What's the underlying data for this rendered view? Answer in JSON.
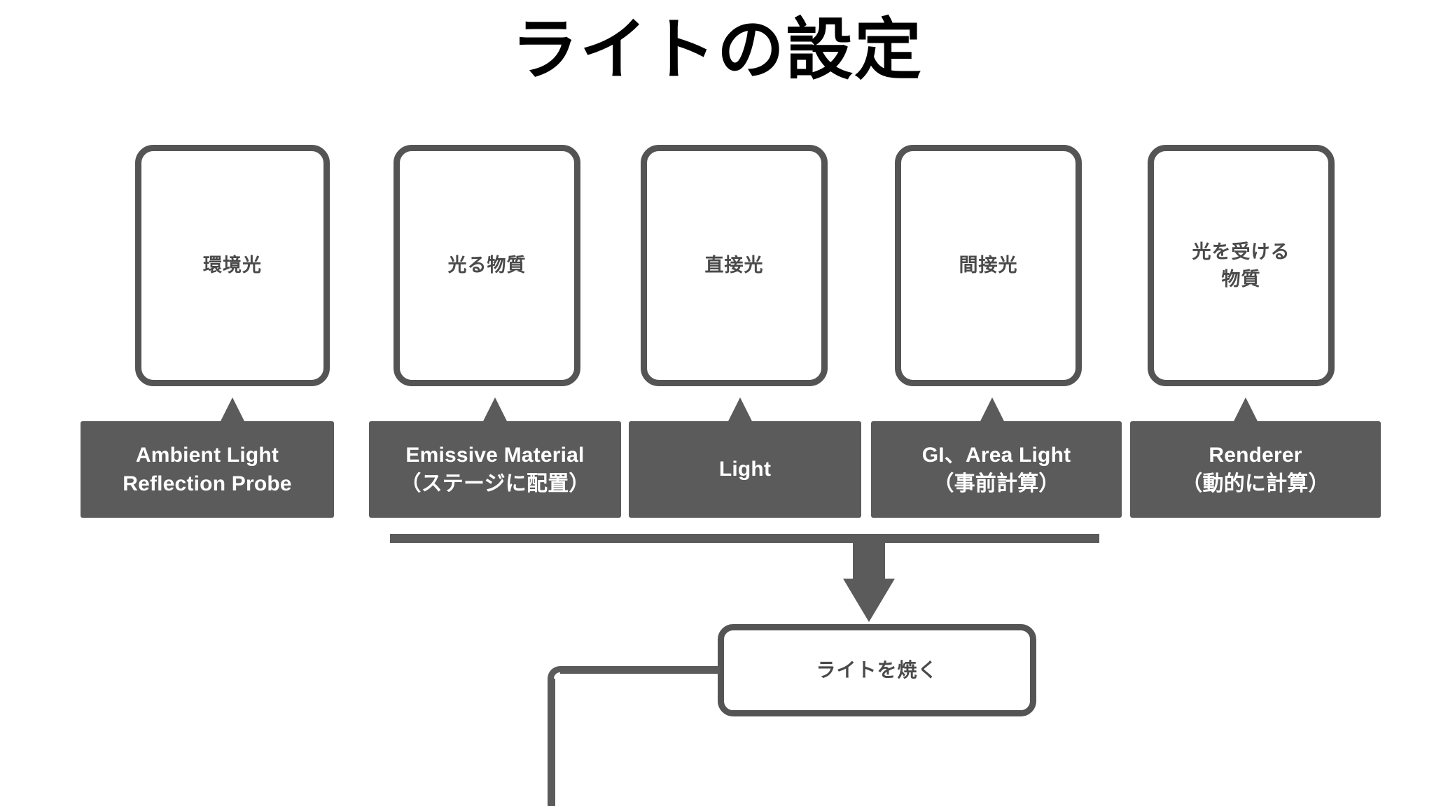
{
  "slide": {
    "title": "ライトの設定",
    "background_color": "#ffffff",
    "accent_dark": "#5b5b5b",
    "outline_color": "#545454",
    "label_color": "#4a4a4a",
    "bar_text_color": "#ffffff"
  },
  "columns": [
    {
      "card_label": "環境光",
      "bar_line1": "Ambient Light",
      "bar_line2": "Reflection Probe"
    },
    {
      "card_label": "光る物質",
      "bar_line1": "Emissive Material",
      "bar_line2": "（ステージに配置）"
    },
    {
      "card_label": "直接光",
      "bar_line1": "Light",
      "bar_line2": ""
    },
    {
      "card_label": "間接光",
      "bar_line1": "GI、Area Light",
      "bar_line2": "（事前計算）"
    },
    {
      "card_label_line1": "光を受ける",
      "card_label_line2": "物質",
      "bar_line1": "Renderer",
      "bar_line2": "（動的に計算）"
    }
  ],
  "bake": {
    "label": "ライトを焼く"
  }
}
